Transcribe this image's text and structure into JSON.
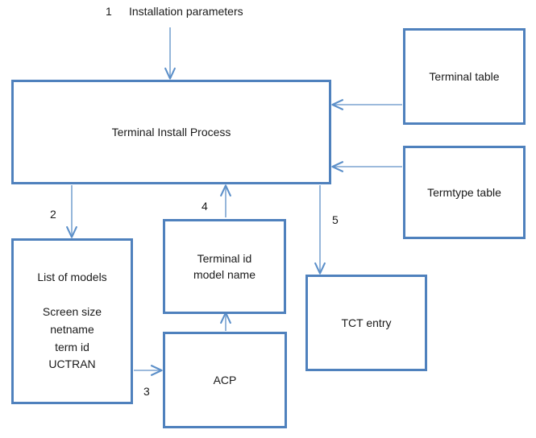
{
  "diagram": {
    "title_text": "Installation parameters",
    "accent_color": "#4f81bd",
    "text_color": "#1a1a1a",
    "background_color": "#ffffff",
    "boxes": [
      {
        "id": "main",
        "label": "Terminal Install Process"
      },
      {
        "id": "terminal_table",
        "label": "Terminal table"
      },
      {
        "id": "termtype_table",
        "label": "Termtype table"
      },
      {
        "id": "list_of_models",
        "label": "List of models\n\nScreen size\nnetname\nterm id\nUCTRAN"
      },
      {
        "id": "terminal_id_model_name",
        "label": "Terminal id\nmodel name"
      },
      {
        "id": "acp",
        "label": "ACP"
      },
      {
        "id": "tct_entry",
        "label": "TCT entry"
      }
    ],
    "step_numbers": [
      {
        "id": "step1",
        "label": "1"
      },
      {
        "id": "step2",
        "label": "2"
      },
      {
        "id": "step3",
        "label": "3"
      },
      {
        "id": "step4",
        "label": "4"
      },
      {
        "id": "step5",
        "label": "5"
      }
    ]
  }
}
